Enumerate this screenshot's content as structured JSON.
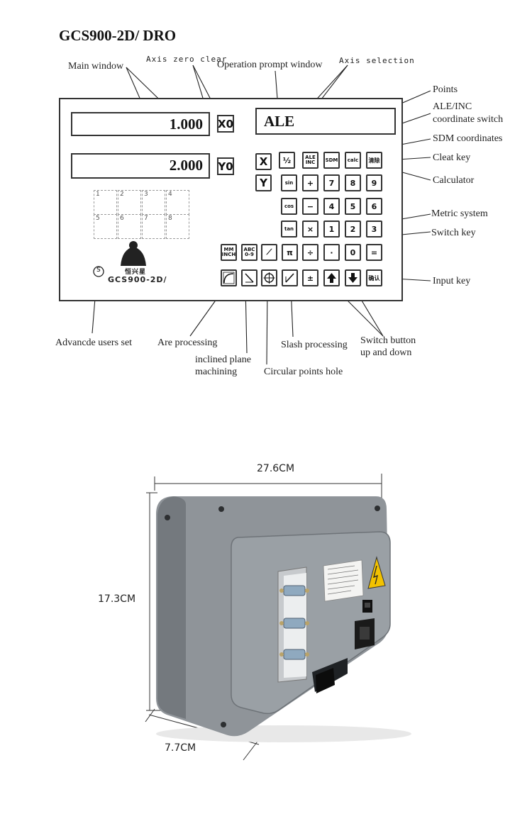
{
  "title": "GCS900-2D/ DRO",
  "callouts": {
    "main_window": "Main window",
    "axis_zero_clear": "Axis zero clear",
    "operation_prompt_window": "Operation prompt window",
    "axis_selection": "Axis selection",
    "points": "Points",
    "ale_inc_1": "ALE/INC",
    "ale_inc_2": "coordinate switch",
    "sdm": "SDM coordinates",
    "clear_key": "Cleat key",
    "calculator": "Calculator",
    "metric": "Metric system",
    "switch_key": "Switch key",
    "input_key": "Input key",
    "advanced_users": "Advancde users set",
    "arc_processing": "Are processing",
    "inclined_1": "inclined plane",
    "inclined_2": "machining",
    "slash": "Slash processing",
    "circular": "Circular points hole",
    "switch_updown_1": "Switch button",
    "switch_updown_2": "up and down"
  },
  "panel": {
    "display_x": "1.000",
    "display_y": "2.000",
    "prompt": "ALE",
    "zero_x": "X0",
    "zero_y": "Y0",
    "brand_model": "GCS900-2D/",
    "brand_cn": "恒兴星",
    "setup_symbol": "S",
    "digit_labels": [
      "1",
      "2",
      "3",
      "4",
      "5",
      "6",
      "7",
      "8"
    ]
  },
  "keys": {
    "row1": [
      "X",
      "½",
      "ALE INC",
      "SDM",
      "calc",
      "清除"
    ],
    "row2": [
      "Y",
      "sin",
      "+",
      "7",
      "8",
      "9"
    ],
    "row3": [
      "cos",
      "−",
      "4",
      "5",
      "6"
    ],
    "row4": [
      "tan",
      "×",
      "1",
      "2",
      "3"
    ],
    "row5": [
      "MM INCH",
      "ABC 0-9",
      "⟋",
      "π",
      "÷",
      "·",
      "0",
      "="
    ],
    "row6": [
      "arc",
      "incl",
      "circ",
      "slash",
      "±",
      "up",
      "down",
      "确认"
    ]
  },
  "dimensions": {
    "width": "27.6CM",
    "height": "17.3CM",
    "depth": "7.7CM"
  },
  "colors": {
    "housing": "#8f9499",
    "housing_dark": "#6e7378",
    "warning": "#f2c200"
  }
}
